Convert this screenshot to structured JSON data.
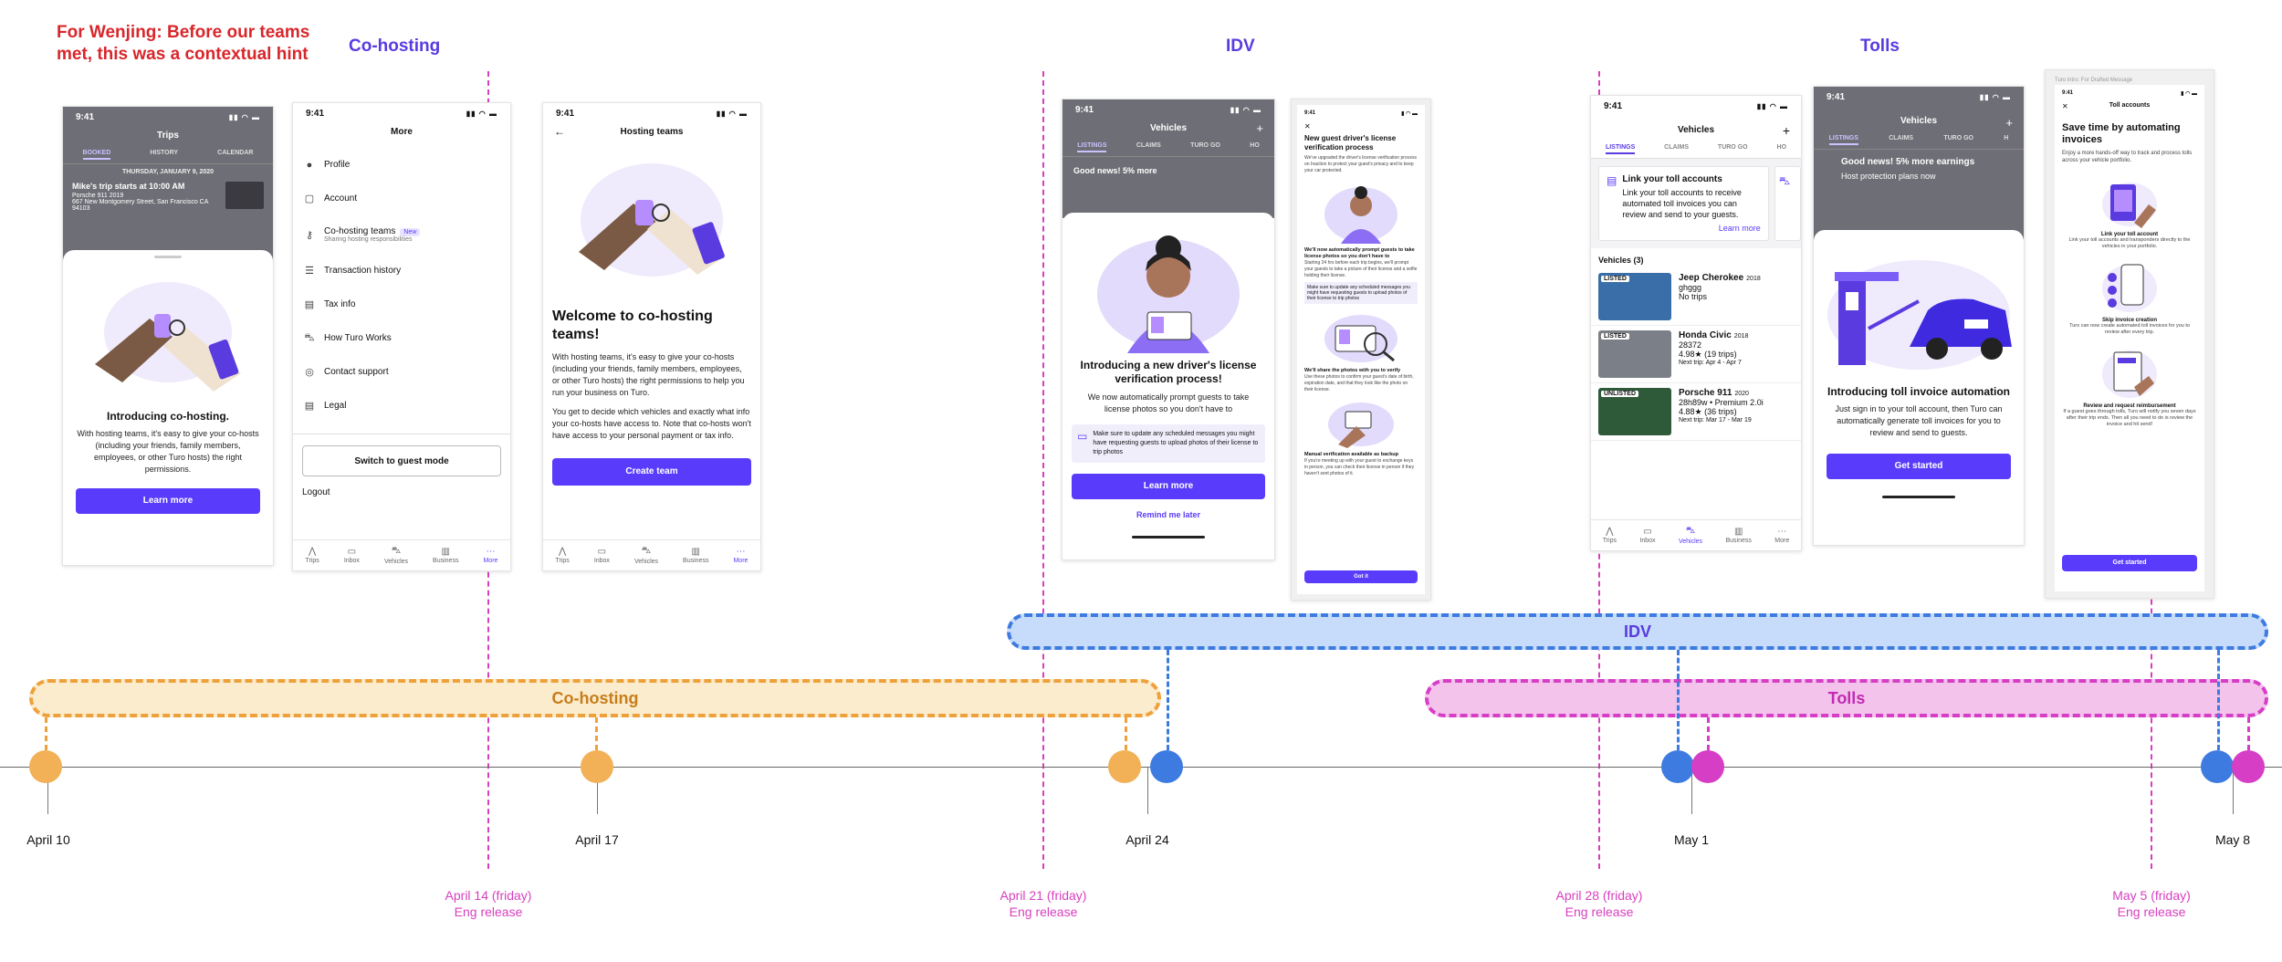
{
  "note": "For Wenjing: Before our teams met, this was a contextual hint",
  "sections": {
    "cohosting": "Co-hosting",
    "idv": "IDV",
    "tolls": "Tolls"
  },
  "bands": {
    "cohosting": "Co-hosting",
    "idv": "IDV",
    "tolls": "Tolls"
  },
  "dates": [
    "April 10",
    "April 17",
    "April 24",
    "May 1",
    "May 8"
  ],
  "releases": [
    {
      "date": "April 14 (friday)",
      "label": "Eng release"
    },
    {
      "date": "April 21 (friday)",
      "label": "Eng release"
    },
    {
      "date": "April 28 (friday)",
      "label": "Eng release"
    },
    {
      "date": "May 5 (friday)",
      "label": "Eng release"
    }
  ],
  "nav": {
    "trips": "Trips",
    "inbox": "Inbox",
    "vehicles": "Vehicles",
    "business": "Business",
    "more": "More"
  },
  "time": "9:41",
  "phone1": {
    "header": "Trips",
    "tabs": [
      "BOOKED",
      "HISTORY",
      "CALENDAR"
    ],
    "date": "THURSDAY, JANUARY 9, 2020",
    "trip_title": "Mike's trip starts at 10:00 AM",
    "trip_car": "Porsche 911 2019",
    "trip_address": "667 New Montgomery Street, San Francisco CA 94103",
    "title": "Introducing co-hosting.",
    "body": "With hosting teams, it's easy to give your co-hosts (including your friends, family members, employees, or other Turo hosts) the right permissions.",
    "cta": "Learn more"
  },
  "phone2": {
    "header": "More",
    "items": [
      "Profile",
      "Account",
      "Co-hosting teams",
      "Transaction history",
      "Tax info",
      "How Turo Works",
      "Contact support",
      "Legal"
    ],
    "new_badge": "New",
    "cohost_sub": "Sharing hosting responsibilities",
    "switch": "Switch to guest mode",
    "logout": "Logout"
  },
  "phone3": {
    "header": "Hosting teams",
    "title": "Welcome to co-hosting teams!",
    "p1": "With hosting teams, it's easy to give your co-hosts (including your friends, family members, employees, or other Turo hosts) the right permissions to help you run your business on Turo.",
    "p2": "You get to decide which vehicles and exactly what info your co-hosts have access to.  Note that co-hosts won't have access to your personal payment or tax info.",
    "cta": "Create team"
  },
  "phone4": {
    "header": "Vehicles",
    "tabs": [
      "LISTINGS",
      "CLAIMS",
      "TURO GO",
      "HO"
    ],
    "peek": "Good news! 5% more",
    "title": "Introducing a new driver's license verification process!",
    "body": "We now automatically prompt guests to take license photos so you don't have to",
    "tip": "Make sure to update any scheduled messages you might have requesting guests to upload photos of their license to trip photos",
    "cta": "Learn more",
    "secondary": "Remind me later"
  },
  "phone5": {
    "title": "New guest driver's license verification process",
    "intro": "We've upgraded the driver's license verification process on Inaction to protect your guest's privacy and to keep your car protected.",
    "s1": "We'll now automatically prompt guests to take license photos so you don't have to",
    "s1_body": "Starting 24 hrs before each trip begins, we'll prompt your guests to take a picture of their license and a selfie holding their license.",
    "tip": "Make sure to update any scheduled messages you might have requesting guests to upload photos of their license to trip photos",
    "s2": "We'll share the photos with you to verify",
    "s2_body": "Use these photos to confirm your guest's date of birth, expiration date, and that they look like the photo on their license.",
    "s3": "Manual verification available as backup",
    "s3_body": "If you're meeting up with your guest to exchange keys in person, you can check their license in person if they haven't sent photos of it.",
    "cta": "Got it"
  },
  "phone6": {
    "header": "Vehicles",
    "tabs": [
      "LISTINGS",
      "CLAIMS",
      "TURO GO",
      "HO"
    ],
    "card_title": "Link your toll accounts",
    "card_body": "Link your toll accounts to receive automated toll invoices you can review and send to your guests.",
    "card_link": "Learn more",
    "list_header": "Vehicles (3)",
    "cars": [
      {
        "status": "LISTED",
        "name": "Jeep Cherokee",
        "year": "2018",
        "line2": "ghggg",
        "line3": "No trips",
        "color": "#3a6ea8"
      },
      {
        "status": "LISTED",
        "name": "Honda Civic",
        "year": "2018",
        "line2": "28372",
        "line3": "4.98★ (19 trips)",
        "line4": "Next trip: Apr 4 - Apr 7",
        "color": "#7b8088"
      },
      {
        "status": "UNLISTED",
        "name": "Porsche 911",
        "year": "2020",
        "line2": "28h89w • Premium 2.0i",
        "line3": "4.88★ (36 trips)",
        "line4": "Next trip: Mar 17 - Mar 19",
        "color": "#2e5a3a"
      }
    ]
  },
  "phone7": {
    "header": "Vehicles",
    "tabs": [
      "LISTINGS",
      "CLAIMS",
      "TURO GO",
      "H"
    ],
    "peek_title": "Good news! 5% more earnings",
    "peek_body": "Host protection plans now",
    "title": "Introducing toll invoice automation",
    "body": "Just sign in to your toll account, then Turo can automatically generate toll invoices for you to review and send to guests.",
    "cta": "Get started"
  },
  "phone8": {
    "hint": "Turo intro: For Drafted Message",
    "header": "Toll accounts",
    "title": "Save time by automating invoices",
    "intro": "Enjoy a more hands-off way to track and process tolls across your vehicle portfolio.",
    "s1": "Link your toll account",
    "s1_body": "Link your toll accounts and transponders directly to the vehicles in your portfolio.",
    "s2": "Skip invoice creation",
    "s2_body": "Turo can now create automated toll invoices for you to review after every trip.",
    "s3": "Review and request reimbursement",
    "s3_body": "If a guest goes through tolls, Turo will notify you seven days after their trip ends. Then all you need to do is review the invoice and hit send!",
    "cta": "Get started"
  }
}
